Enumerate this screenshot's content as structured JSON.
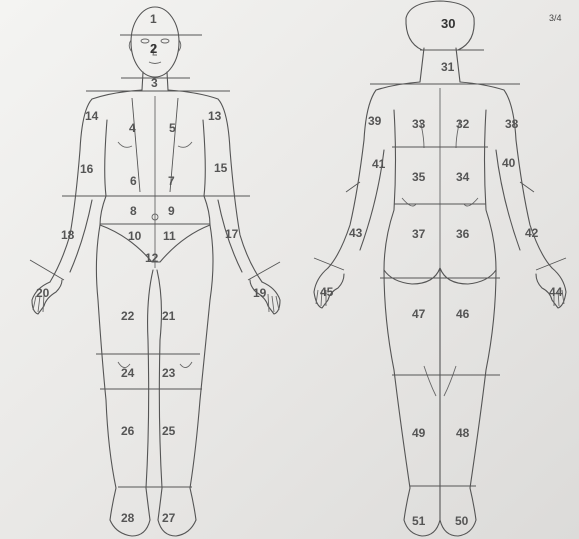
{
  "page_number": "3/4",
  "front_view": {
    "regions": [
      "1",
      "2",
      "3",
      "4",
      "5",
      "6",
      "7",
      "8",
      "9",
      "10",
      "11",
      "12",
      "13",
      "14",
      "15",
      "16",
      "17",
      "18",
      "19",
      "20",
      "21",
      "22",
      "23",
      "24",
      "25",
      "26",
      "27",
      "28"
    ]
  },
  "back_view": {
    "regions": [
      "30",
      "31",
      "32",
      "33",
      "34",
      "35",
      "36",
      "37",
      "38",
      "39",
      "40",
      "41",
      "42",
      "43",
      "44",
      "45",
      "46",
      "47",
      "48",
      "49",
      "50",
      "51"
    ]
  }
}
